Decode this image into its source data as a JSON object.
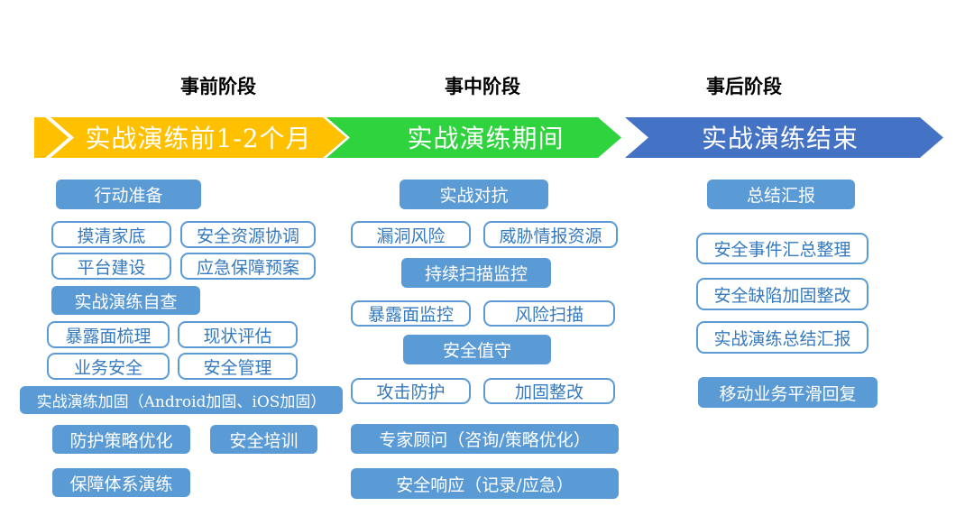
{
  "colors": {
    "pre_band": "#FFC000",
    "during_band": "#2ED33E",
    "post_band": "#4472C4",
    "solid_button_fill": "#5B9BD5",
    "outline_button_border": "#5B9BD5",
    "outline_button_text": "#3579BE",
    "band_text": "#FFFFFF",
    "stage_label_text": "#000000"
  },
  "phases": [
    {
      "stage_label": "事前阶段",
      "band": {
        "label": "实战演练前1-2个月",
        "color": "#FFC000"
      },
      "items": [
        {
          "label": "行动准备",
          "style": "solid"
        },
        {
          "label": "摸清家底",
          "style": "outline"
        },
        {
          "label": "安全资源协调",
          "style": "outline"
        },
        {
          "label": "平台建设",
          "style": "outline"
        },
        {
          "label": "应急保障预案",
          "style": "outline"
        },
        {
          "label": "实战演练自查",
          "style": "solid"
        },
        {
          "label": "暴露面梳理",
          "style": "outline"
        },
        {
          "label": "现状评估",
          "style": "outline"
        },
        {
          "label": "业务安全",
          "style": "outline"
        },
        {
          "label": "安全管理",
          "style": "outline"
        },
        {
          "label": "实战演练加固（Android加固、iOS加固）",
          "style": "solid"
        },
        {
          "label": "防护策略优化",
          "style": "solid"
        },
        {
          "label": "安全培训",
          "style": "solid"
        },
        {
          "label": "保障体系演练",
          "style": "solid"
        }
      ]
    },
    {
      "stage_label": "事中阶段",
      "band": {
        "label": "实战演练期间",
        "color": "#2ED33E"
      },
      "items": [
        {
          "label": "实战对抗",
          "style": "solid"
        },
        {
          "label": "漏洞风险",
          "style": "outline"
        },
        {
          "label": "威胁情报资源",
          "style": "outline"
        },
        {
          "label": "持续扫描监控",
          "style": "solid"
        },
        {
          "label": "暴露面监控",
          "style": "outline"
        },
        {
          "label": "风险扫描",
          "style": "outline"
        },
        {
          "label": "安全值守",
          "style": "solid"
        },
        {
          "label": "攻击防护",
          "style": "outline"
        },
        {
          "label": "加固整改",
          "style": "outline"
        },
        {
          "label": "专家顾问（咨询/策略优化）",
          "style": "solid"
        },
        {
          "label": "安全响应（记录/应急）",
          "style": "solid"
        }
      ]
    },
    {
      "stage_label": "事后阶段",
      "band": {
        "label": "实战演练结束",
        "color": "#4472C4"
      },
      "items": [
        {
          "label": "总结汇报",
          "style": "solid"
        },
        {
          "label": "安全事件汇总整理",
          "style": "outline"
        },
        {
          "label": "安全缺陷加固整改",
          "style": "outline"
        },
        {
          "label": "实战演练总结汇报",
          "style": "outline"
        },
        {
          "label": "移动业务平滑回复",
          "style": "solid"
        }
      ]
    }
  ]
}
